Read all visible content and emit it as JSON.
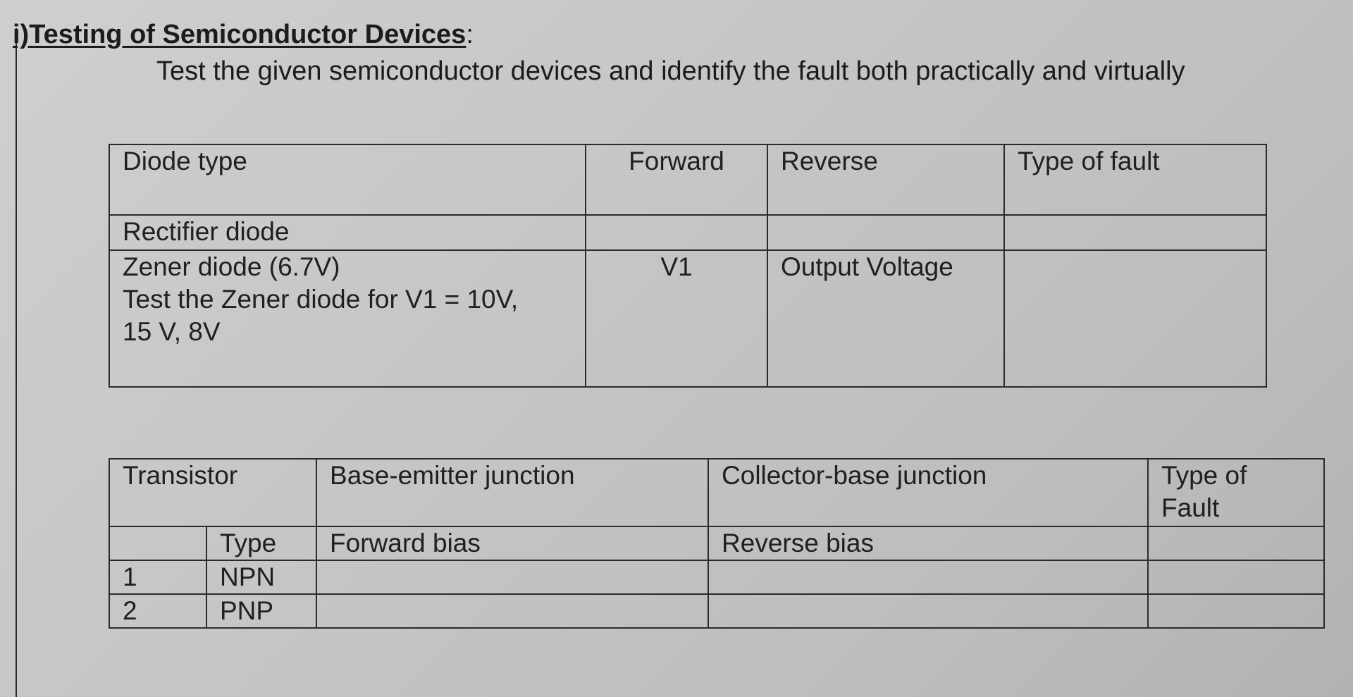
{
  "section": {
    "prefix": "i)",
    "title": "Testing of Semiconductor Devices",
    "colon": ":",
    "instruction": "Test the given semiconductor devices and identify the fault both practically and virtually"
  },
  "diode_table": {
    "headers": [
      "Diode type",
      "Forward",
      "Reverse",
      "Type of fault"
    ],
    "rows": [
      [
        "Rectifier diode",
        "",
        "",
        ""
      ],
      [
        "Zener diode (6.7V)\nTest the Zener diode for V1 = 10V,\n15 V, 8V",
        "V1",
        "Output Voltage",
        ""
      ]
    ]
  },
  "transistor_table": {
    "headers": [
      "Transistor",
      "Base-emitter junction",
      "Collector-base junction",
      "Type of\nFault"
    ],
    "subheader": [
      "",
      "Type",
      "Forward bias",
      "Reverse bias",
      ""
    ],
    "rows": [
      [
        "1",
        "NPN",
        "",
        "",
        ""
      ],
      [
        "2",
        "PNP",
        "",
        "",
        ""
      ]
    ]
  }
}
